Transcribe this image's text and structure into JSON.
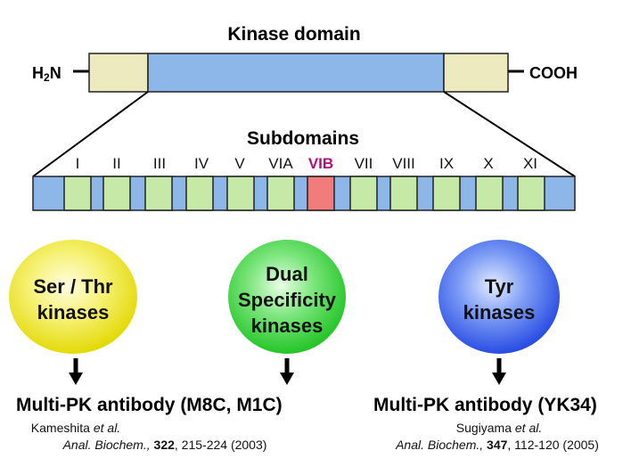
{
  "header": {
    "title": "Kinase domain",
    "n_terminus": "H",
    "n_terminus_sub": "2",
    "n_terminus_suffix": "N",
    "c_terminus": "COOH"
  },
  "subdomains": {
    "title": "Subdomains",
    "labels": [
      "I",
      "II",
      "III",
      "IV",
      "V",
      "VIA",
      "VIB",
      "VII",
      "VIII",
      "IX",
      "X",
      "XI"
    ],
    "highlighted": "VIB",
    "highlight_color": "#b0107a"
  },
  "colors": {
    "domain_end": "#eeeac0",
    "domain_core": "#8db7e8",
    "segment_blue": "#8db7e8",
    "segment_green": "#c6e9a8",
    "segment_red": "#f07c7c",
    "ser_thr": "#f2ec2a",
    "dual": "#39d63b",
    "tyr": "#3d63e8"
  },
  "kinases": [
    {
      "name_line1": "Ser / Thr",
      "name_line2": "kinases",
      "name_line3": ""
    },
    {
      "name_line1": "Dual",
      "name_line2": "Specificity",
      "name_line3": "kinases"
    },
    {
      "name_line1": "Tyr",
      "name_line2": "kinases",
      "name_line3": ""
    }
  ],
  "antibodies": [
    {
      "title": "Multi-PK antibody (M8C, M1C)",
      "authors": "Kameshita",
      "et_al": "et al.",
      "journal": "Anal. Biochem.,",
      "volume": "322",
      "pages": ", 215-224 (2003)"
    },
    {
      "title": "Multi-PK antibody (YK34)",
      "authors": "Sugiyama",
      "et_al": "et al.",
      "journal": "Anal. Biochem.,",
      "volume": "347",
      "pages": ", 112-120 (2005)"
    }
  ]
}
